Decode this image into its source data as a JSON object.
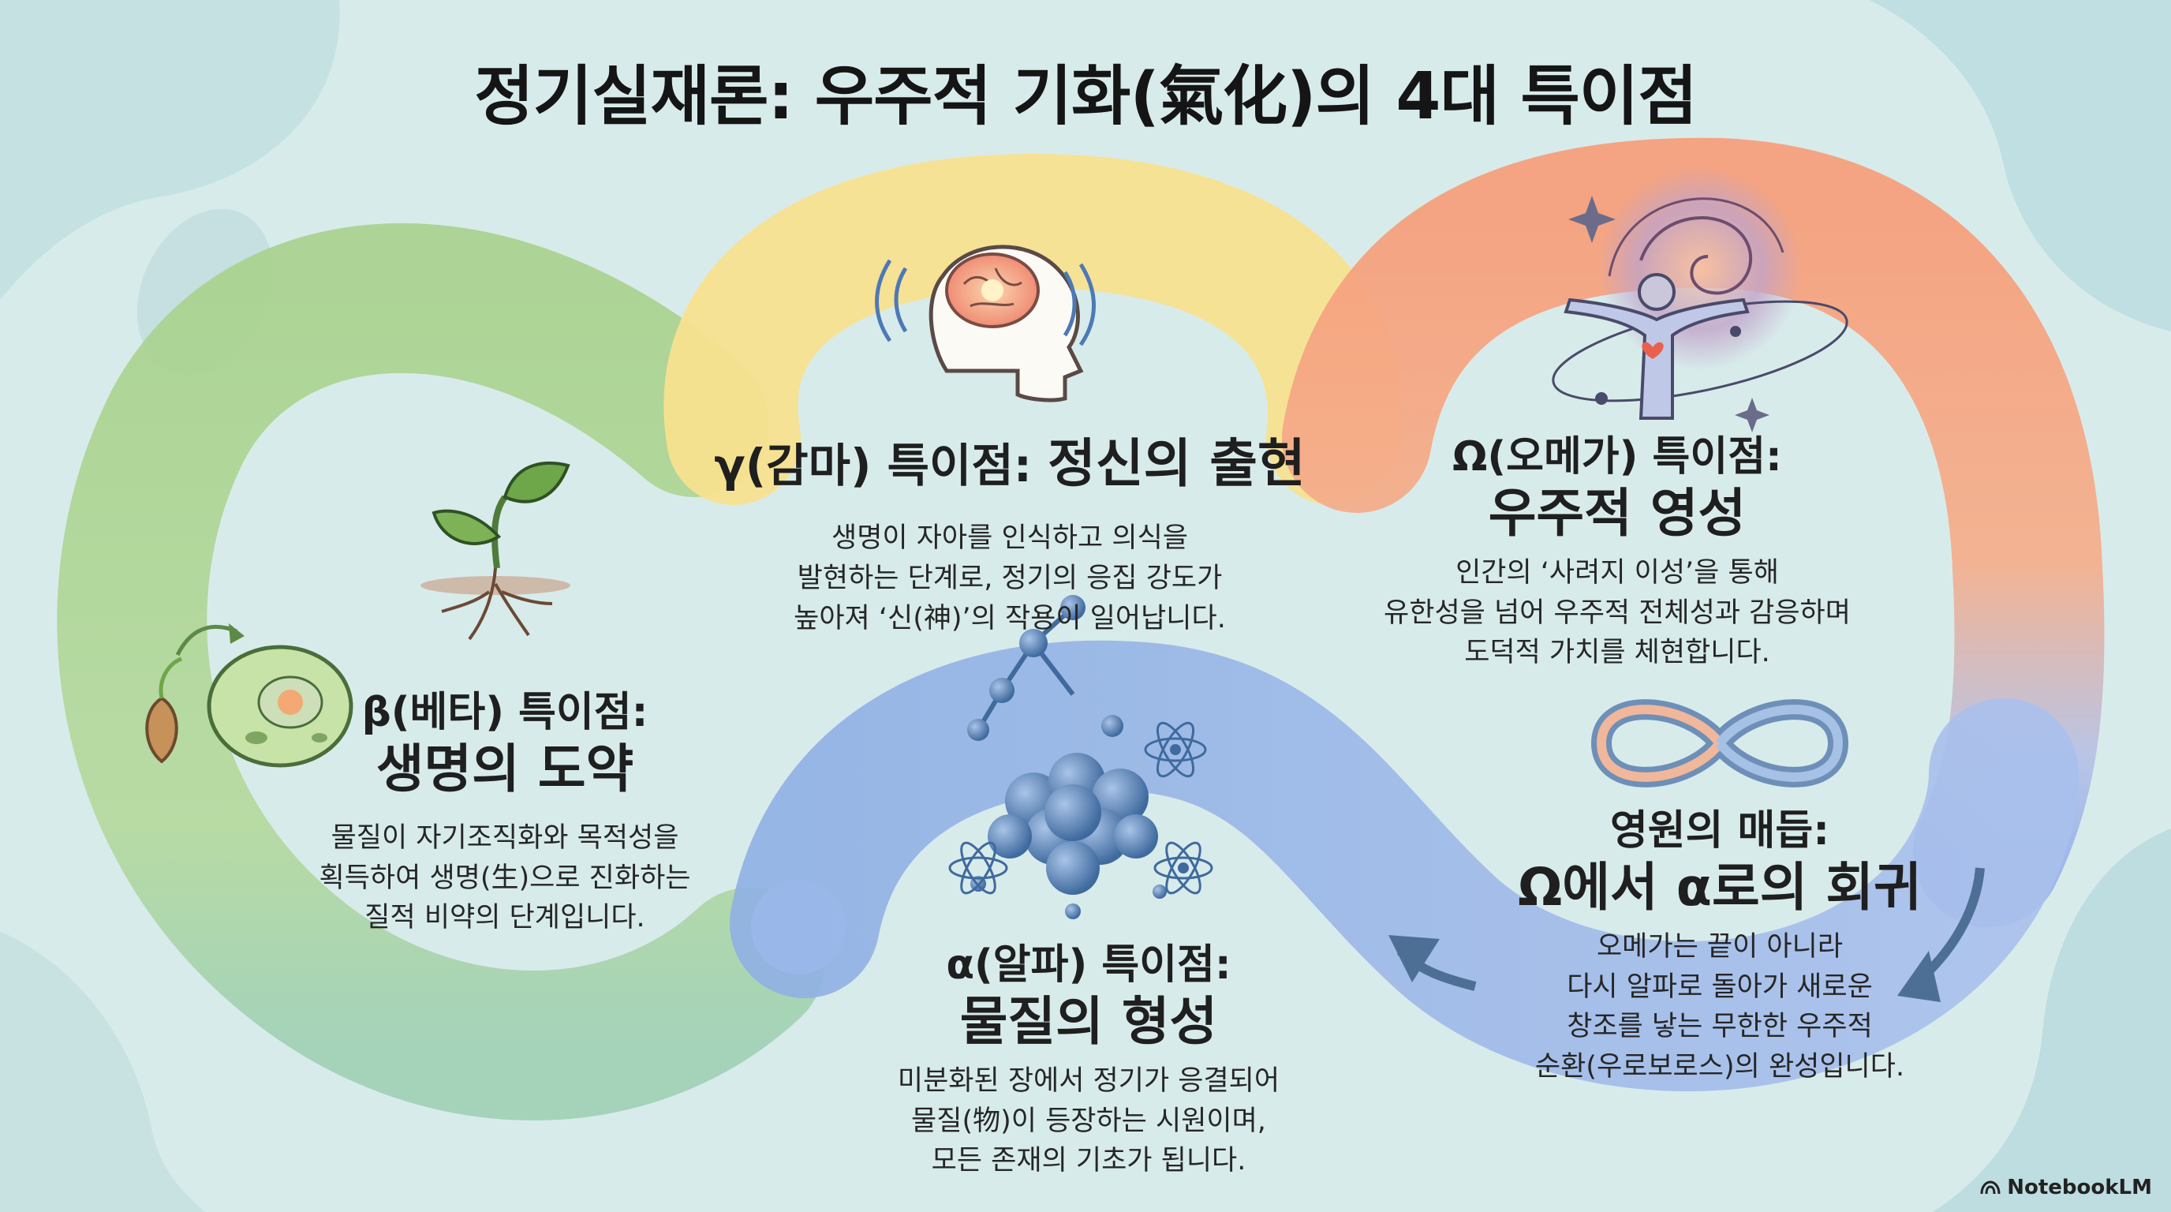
{
  "title": "정기실재론: 우주적 기화(氣化)의 4대 특이점",
  "stages": {
    "gamma": {
      "label": "γ(감마) 특이점:",
      "name": "정신의 출현",
      "description": "생명이 자아를 인식하고 의식을\n발현하는 단계로, 정기의 응집 강도가\n높아져 ‘신(神)’의 작용이 일어납니다."
    },
    "omega": {
      "label": "Ω(오메가) 특이점:",
      "name": "우주적 영성",
      "description": "인간의 ‘사려지 이성’을 통해\n유한성을 넘어 우주적 전체성과 감응하며\n도덕적 가치를 체현합니다."
    },
    "beta": {
      "label": "β(베타) 특이점:",
      "name": "생명의 도약",
      "description": "물질이 자기조직화와 목적성을\n획득하여 생명(生)으로 진화하는\n질적 비약의 단계입니다."
    },
    "alpha": {
      "label": "α(알파) 특이점:",
      "name": "물질의 형성",
      "description": "미분화된 장에서 정기가 응결되어\n물질(物)이 등장하는 시원이며,\n모든 존재의 기초가 됩니다."
    },
    "loop": {
      "label": "영원의 매듭:",
      "name": "Ω에서 α로의 회귀",
      "description": "오메가는 끝이 아니라\n다시 알파로 돌아가 새로운\n창조를 낳는 무한한 우주적\n순환(우로보로스)의 완성입니다."
    }
  },
  "colors": {
    "alpha_band": "#8fb0e6",
    "beta_band": "#a9d391",
    "gamma_band": "#f7e08c",
    "omega_band": "#f5a582",
    "background": "#d8ebeb"
  },
  "icons": [
    "brain-lightbulb-icon",
    "cosmic-human-icon",
    "sprout-icon",
    "seed-icon",
    "cell-icon",
    "atom-cluster-icon",
    "infinity-icon",
    "cycle-arrow-icon"
  ],
  "brand": "NotebookLM"
}
